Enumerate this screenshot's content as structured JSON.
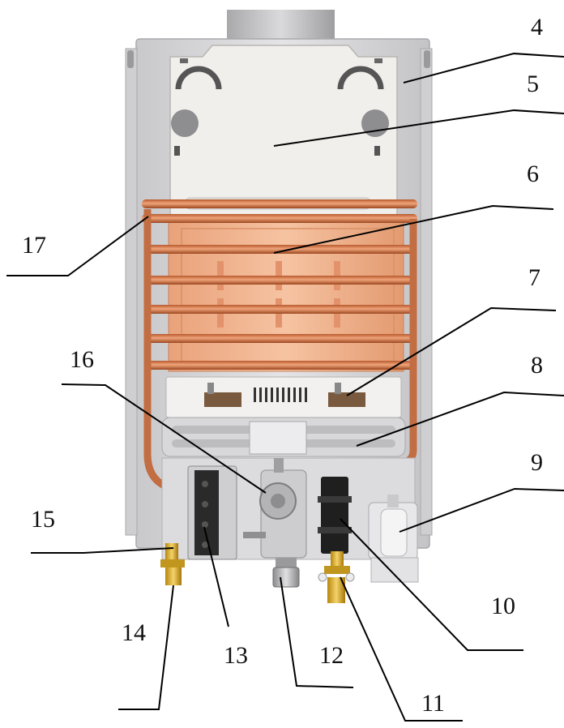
{
  "diagram": {
    "callouts": [
      {
        "id": "c4",
        "label": "4"
      },
      {
        "id": "c5",
        "label": "5"
      },
      {
        "id": "c6",
        "label": "6"
      },
      {
        "id": "c7",
        "label": "7"
      },
      {
        "id": "c8",
        "label": "8"
      },
      {
        "id": "c9",
        "label": "9"
      },
      {
        "id": "c10",
        "label": "10"
      },
      {
        "id": "c11",
        "label": "11"
      },
      {
        "id": "c12",
        "label": "12"
      },
      {
        "id": "c13",
        "label": "13"
      },
      {
        "id": "c14",
        "label": "14"
      },
      {
        "id": "c15",
        "label": "15"
      },
      {
        "id": "c16",
        "label": "16"
      },
      {
        "id": "c17",
        "label": "17"
      }
    ]
  }
}
